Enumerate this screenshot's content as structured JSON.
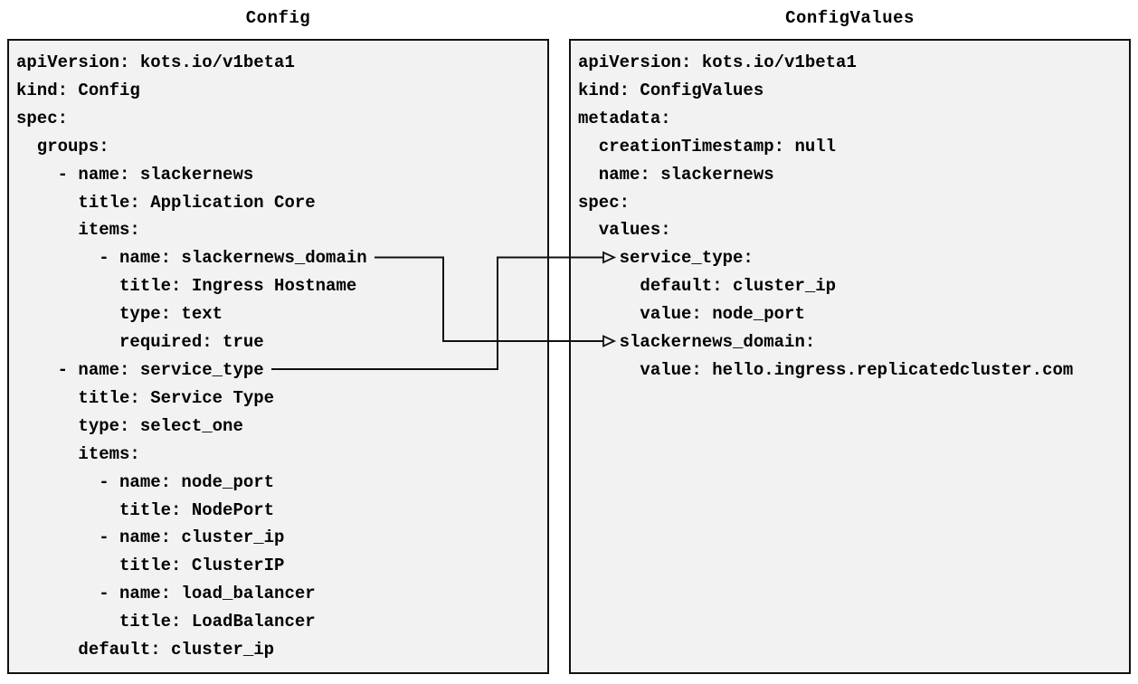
{
  "diagram": {
    "panels": [
      {
        "title": "Config",
        "yaml": "apiVersion: kots.io/v1beta1\nkind: Config\nspec:\n  groups:\n    - name: slackernews\n      title: Application Core\n      items:\n        - name: slackernews_domain\n          title: Ingress Hostname\n          type: text\n          required: true\n    - name: service_type\n      title: Service Type\n      type: select_one\n      items:\n        - name: node_port\n          title: NodePort\n        - name: cluster_ip\n          title: ClusterIP\n        - name: load_balancer\n          title: LoadBalancer\n      default: cluster_ip"
      },
      {
        "title": "ConfigValues",
        "yaml": "apiVersion: kots.io/v1beta1\nkind: ConfigValues\nmetadata:\n  creationTimestamp: null\n  name: slackernews\nspec:\n  values:\n    service_type:\n      default: cluster_ip\n      value: node_port\n    slackernews_domain:\n      value: hello.ingress.replicatedcluster.com"
      }
    ],
    "connections": [
      {
        "from_panel": "Config",
        "from_field": "slackernews_domain",
        "to_panel": "ConfigValues",
        "to_field": "slackernews_domain"
      },
      {
        "from_panel": "Config",
        "from_field": "service_type",
        "to_panel": "ConfigValues",
        "to_field": "service_type"
      }
    ],
    "colors": {
      "page_bg": "#ffffff",
      "panel_bg": "#f2f2f2",
      "panel_border": "#111111",
      "text": "#000000",
      "arrow": "#111111"
    }
  }
}
